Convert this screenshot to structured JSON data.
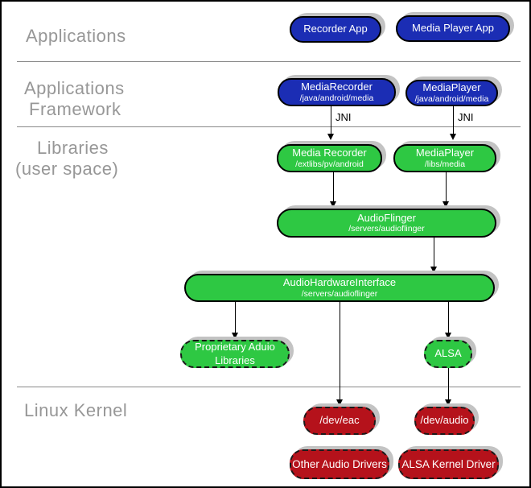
{
  "layers": {
    "applications": {
      "label": "Applications"
    },
    "framework": {
      "line1": "Applications",
      "line2": "Framework"
    },
    "libraries": {
      "line1": "Libraries",
      "line2": "(user space)"
    },
    "kernel": {
      "label": "Linux Kernel"
    }
  },
  "edges": {
    "jni_label": "JNI"
  },
  "nodes": {
    "recorder_app": {
      "label": "Recorder App"
    },
    "media_player_app": {
      "label": "Media Player App"
    },
    "media_recorder_fw": {
      "label": "MediaRecorder",
      "path": "/java/android/media"
    },
    "media_player_fw": {
      "label": "MediaPlayer",
      "path": "/java/android/media"
    },
    "media_recorder_lib": {
      "label": "Media Recorder",
      "path": "/extlibs/pv/android"
    },
    "media_player_lib": {
      "label": "MediaPlayer",
      "path": "/libs/media"
    },
    "audio_flinger": {
      "label": "AudioFlinger",
      "path": "/servers/audioflinger"
    },
    "audio_hardware_interface": {
      "label": "AudioHardwareInterface",
      "path": "/servers/audioflinger"
    },
    "proprietary_audio_libraries": {
      "label": "Proprietary Aduio Libraries"
    },
    "alsa": {
      "label": "ALSA"
    },
    "dev_eac": {
      "label": "/dev/eac"
    },
    "dev_audio": {
      "label": "/dev/audio"
    },
    "other_audio_drivers": {
      "label": "Other Audio Drivers"
    },
    "alsa_kernel_driver": {
      "label": "ALSA Kernel Driver"
    }
  },
  "colors": {
    "app_blue": "#1b2db4",
    "lib_green": "#2ec843",
    "kernel_red": "#b5121b",
    "label_gray": "#979797",
    "divider_gray": "#8a8a8a",
    "shadow_gray": "#c3c3c3"
  }
}
